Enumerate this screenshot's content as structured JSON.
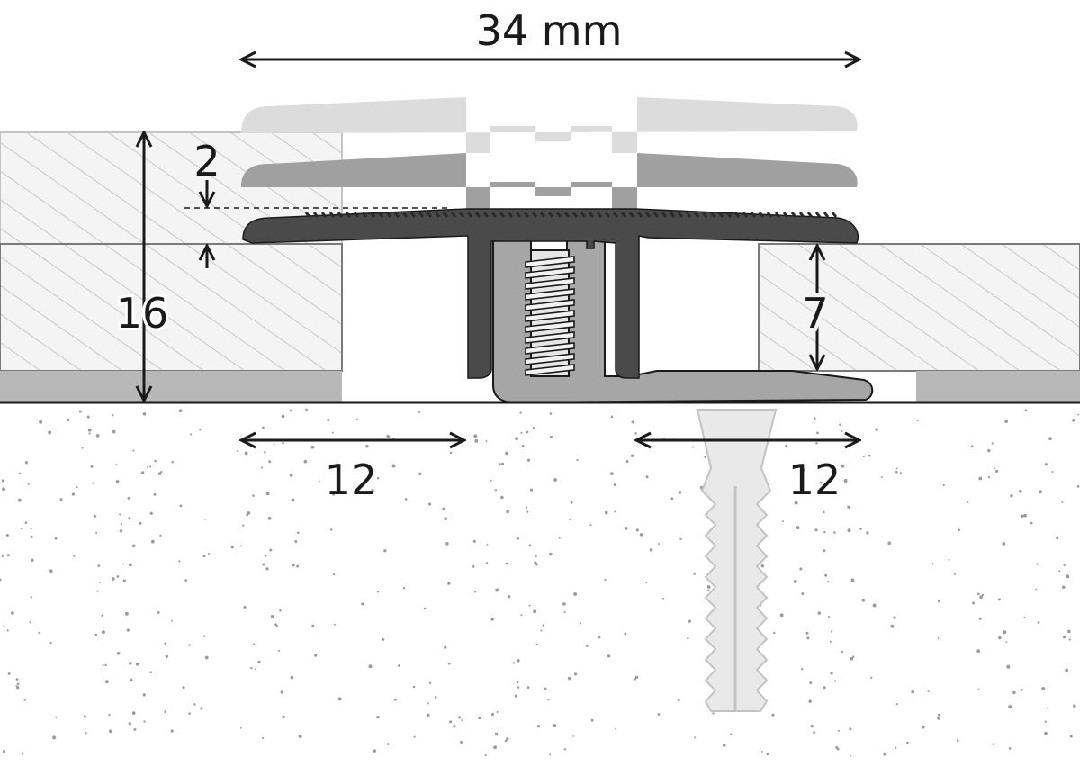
{
  "diagram": {
    "labels": {
      "overall_width": "34 mm",
      "height_adjust": "2",
      "total_height": "16",
      "right_floor_height": "7",
      "left_leg": "12",
      "right_leg": "12"
    },
    "colors": {
      "background": "#ffffff",
      "line": "#1a1a1a",
      "floor_hatch_fill": "#f4f4f4",
      "floor_hatch_line": "#bcbcbc",
      "underlay": "#b8b8b8",
      "profile_top_light": "#dedede",
      "profile_top_mid": "#a0a0a0",
      "profile_top_dark": "#4a4a4a",
      "base_rail": "#a6a6a6",
      "screw": "#e6e6e6",
      "dowel": "#e8e8e8",
      "dowel_outline": "#c8c8c8",
      "subfloor_dots": "#9a9a9a"
    }
  }
}
